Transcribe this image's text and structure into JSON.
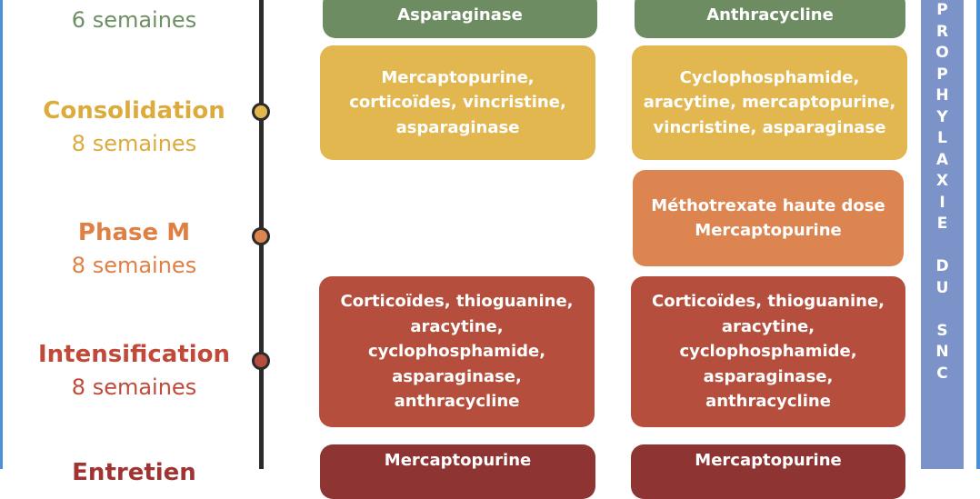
{
  "colors": {
    "induction": "#6d8c62",
    "consolidation": "#e3b74f",
    "phase_m": "#dd8550",
    "intensification": "#b54e3c",
    "entretien": "#8e3433",
    "consolidation_text": "#dcab3c",
    "phase_m_text": "#e07f43",
    "intensification_text": "#c0493a",
    "entretien_text": "#a03433",
    "induction_text": "#6e8e64"
  },
  "phases": {
    "induction": {
      "duration": "6 semaines"
    },
    "consolidation": {
      "name": "Consolidation",
      "duration": "8 semaines"
    },
    "phase_m": {
      "name": "Phase M",
      "duration": "8 semaines"
    },
    "intensification": {
      "name": "Intensification",
      "duration": "8 semaines"
    },
    "entretien": {
      "name": "Entretien"
    }
  },
  "boxes": {
    "induction_left": [
      "Asparaginase"
    ],
    "induction_right": [
      "Anthracycline"
    ],
    "consolidation_left": [
      "Mercaptopurine,",
      "corticoïdes, vincristine,",
      "asparaginase"
    ],
    "consolidation_right": [
      "Cyclophosphamide,",
      "aracytine, mercaptopurine,",
      "vincristine, asparaginase"
    ],
    "phase_m_right": [
      "Méthotrexate haute dose",
      "Mercaptopurine"
    ],
    "intensification_left": [
      "Corticoïdes, thioguanine,",
      "aracytine,",
      "cyclophosphamide,",
      "asparaginase,",
      "anthracycline"
    ],
    "intensification_right": [
      "Corticoïdes, thioguanine,",
      "aracytine,",
      "cyclophosphamide,",
      "asparaginase,",
      "anthracycline"
    ],
    "entretien_left": [
      "Mercaptopurine"
    ],
    "entretien_right": [
      "Mercaptopurine"
    ]
  },
  "side_banner": {
    "letters": [
      "P",
      "R",
      "O",
      "P",
      "H",
      "Y",
      "L",
      "A",
      "X",
      "I",
      "E",
      "",
      "D",
      "U",
      "",
      "S",
      "N",
      "C"
    ]
  }
}
